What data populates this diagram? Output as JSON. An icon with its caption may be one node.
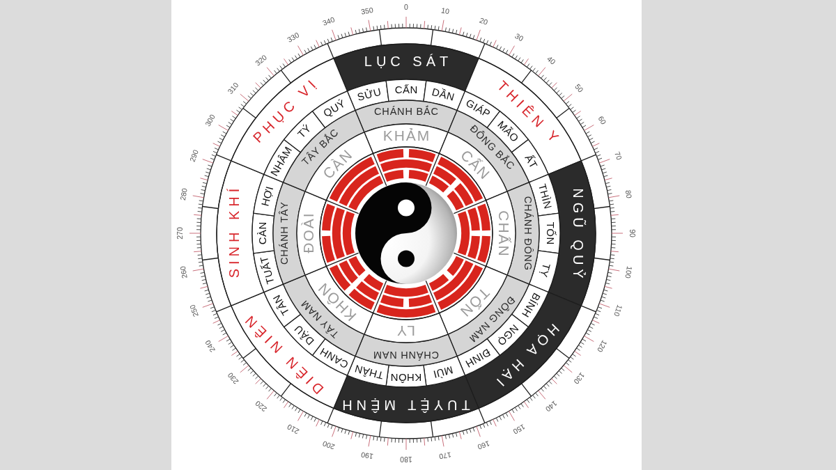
{
  "diagram": {
    "nodes": [
      {
        "text": [
          "LỤC SÁT"
        ]
      },
      {
        "text": [
          "THIÊN Y"
        ]
      },
      {
        "text": [
          "NGŨ QUỶ"
        ]
      },
      {
        "text": [
          "HỌA HẠI"
        ]
      },
      {
        "text": [
          "TUYỆT MỆNH"
        ]
      },
      {
        "text": [
          "DIÊN NIÊN"
        ]
      },
      {
        "text": [
          "SINH KHÍ"
        ]
      },
      {
        "text": [
          "PHỤC VỊ"
        ]
      },
      {
        "text": [
          "SỬU"
        ]
      },
      {
        "text": [
          "CẤN"
        ]
      },
      {
        "text": [
          "DẦN"
        ]
      },
      {
        "text": [
          "GIÁP"
        ]
      },
      {
        "text": [
          "MÃO"
        ]
      },
      {
        "text": [
          "ẤT"
        ]
      },
      {
        "text": [
          "THÌN"
        ]
      },
      {
        "text": [
          "TỐN"
        ]
      },
      {
        "text": [
          "TỴ"
        ]
      },
      {
        "text": [
          "BÍNH"
        ]
      },
      {
        "text": [
          "NGỌ"
        ]
      },
      {
        "text": [
          "ĐINH"
        ]
      },
      {
        "text": [
          "MÙI"
        ]
      },
      {
        "text": [
          "KHÔN"
        ]
      },
      {
        "text": [
          "THÂN"
        ]
      },
      {
        "text": [
          "CANH"
        ]
      },
      {
        "text": [
          "DẬU"
        ]
      },
      {
        "text": [
          "TÂN"
        ]
      },
      {
        "text": [
          "TUẤT"
        ]
      },
      {
        "text": [
          "CÀN"
        ]
      },
      {
        "text": [
          "HỢI"
        ]
      },
      {
        "text": [
          "NHÂM"
        ]
      },
      {
        "text": [
          "TÝ"
        ]
      },
      {
        "text": [
          "QUÝ"
        ]
      },
      {
        "text": [
          "CHÁNH BẮC"
        ]
      },
      {
        "text": [
          "ĐÔNG BẮC"
        ]
      },
      {
        "text": [
          "CHÁNH ĐÔNG"
        ]
      },
      {
        "text": [
          "ĐÔNG NAM"
        ]
      },
      {
        "text": [
          "CHÁNH NAM"
        ]
      },
      {
        "text": [
          "TÂY NAM"
        ]
      },
      {
        "text": [
          "CHÁNH TÂY"
        ]
      },
      {
        "text": [
          "TÂY BẮC"
        ]
      },
      {
        "text": [
          "KHẢM"
        ]
      },
      {
        "text": [
          "CẤN"
        ]
      },
      {
        "text": [
          "CHẤN"
        ]
      },
      {
        "text": [
          "TỐN"
        ]
      },
      {
        "text": [
          "LY"
        ]
      },
      {
        "text": [
          "KHÔN"
        ]
      },
      {
        "text": [
          "ĐOÀI"
        ]
      },
      {
        "text": [
          "CÀN"
        ]
      }
    ],
    "labels": [
      "0",
      "10",
      "20",
      "30",
      "40",
      "50",
      "60",
      "70",
      "80",
      "90",
      "100",
      "110",
      "120",
      "130",
      "140",
      "150",
      "160",
      "170",
      "180",
      "190",
      "200",
      "210",
      "220",
      "230",
      "240",
      "250",
      "260",
      "270",
      "280",
      "290",
      "300",
      "310",
      "320",
      "330",
      "340",
      "350"
    ]
  }
}
